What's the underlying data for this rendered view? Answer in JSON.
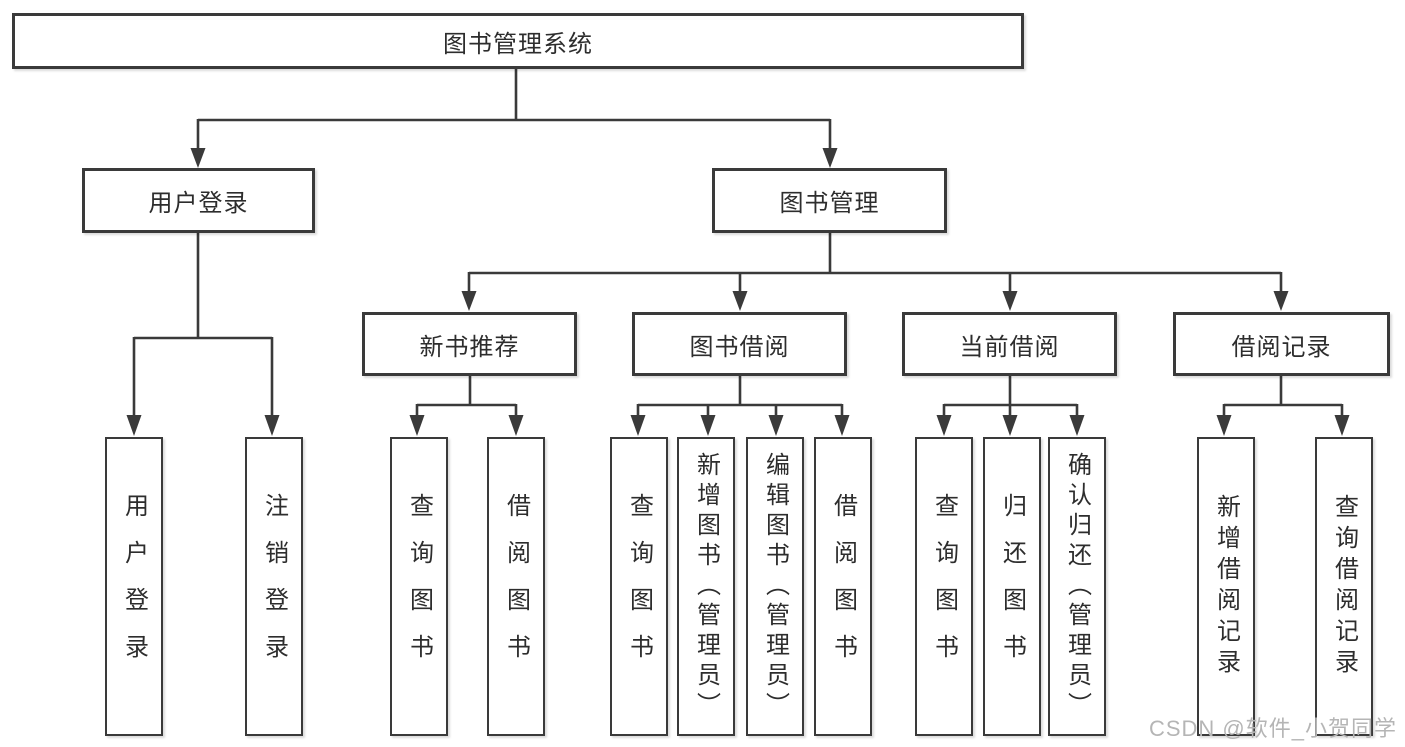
{
  "diagram": {
    "title": "图书管理系统",
    "root": {
      "label": "图书管理系统"
    },
    "level2": {
      "user_login": {
        "label": "用户登录"
      },
      "book_management": {
        "label": "图书管理"
      }
    },
    "user_login_children": [
      {
        "label": "用户登录"
      },
      {
        "label": "注销登录"
      }
    ],
    "book_management_children": [
      {
        "label": "新书推荐"
      },
      {
        "label": "图书借阅"
      },
      {
        "label": "当前借阅"
      },
      {
        "label": "借阅记录"
      }
    ],
    "new_book_leaves": [
      {
        "label": "查询图书"
      },
      {
        "label": "借阅图书"
      }
    ],
    "book_borrow_leaves": [
      {
        "label": "查询图书"
      },
      {
        "label": "新增图书（管理员）"
      },
      {
        "label": "编辑图书（管理员）"
      },
      {
        "label": "借阅图书"
      }
    ],
    "current_borrow_leaves": [
      {
        "label": "查询图书"
      },
      {
        "label": "归还图书"
      },
      {
        "label": "确认归还（管理员）"
      }
    ],
    "borrow_record_leaves": [
      {
        "label": "新增借阅记录"
      },
      {
        "label": "查询借阅记录"
      }
    ]
  },
  "watermark": {
    "text": "CSDN @软件_小贺同学"
  },
  "colors": {
    "line": "#3a3a3a",
    "box_border": "#3a3a3a",
    "text": "#2d2d2d",
    "watermark": "#b5b5b5",
    "background": "#ffffff"
  }
}
